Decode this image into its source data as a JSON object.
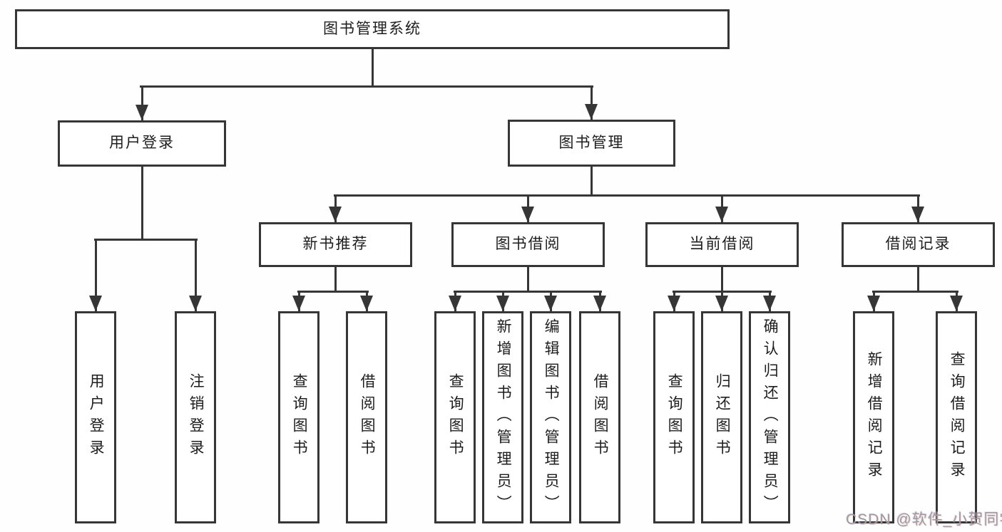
{
  "tree": {
    "root": {
      "label": "图书管理系统"
    },
    "branches": [
      {
        "label": "用户登录",
        "leaves": [
          {
            "label": "用户登录"
          },
          {
            "label": "注销登录"
          }
        ]
      },
      {
        "label": "图书管理",
        "groups": [
          {
            "label": "新书推荐",
            "leaves": [
              {
                "label": "查询图书"
              },
              {
                "label": "借阅图书"
              }
            ]
          },
          {
            "label": "图书借阅",
            "leaves": [
              {
                "label": "查询图书"
              },
              {
                "label": "新增图书（管理员）"
              },
              {
                "label": "编辑图书（管理员）"
              },
              {
                "label": "借阅图书"
              }
            ]
          },
          {
            "label": "当前借阅",
            "leaves": [
              {
                "label": "查询图书"
              },
              {
                "label": "归还图书"
              },
              {
                "label": "确认归还（管理员）"
              }
            ]
          },
          {
            "label": "借阅记录",
            "leaves": [
              {
                "label": "新增借阅记录"
              },
              {
                "label": "查询借阅记录"
              }
            ]
          }
        ]
      }
    ]
  },
  "watermark": {
    "text": "CSDN @软件_小贺同学"
  },
  "colors": {
    "line": "#363636",
    "box_background": "#ffffff",
    "text": "#1d1d1d",
    "watermark": "#9c9c9c"
  }
}
